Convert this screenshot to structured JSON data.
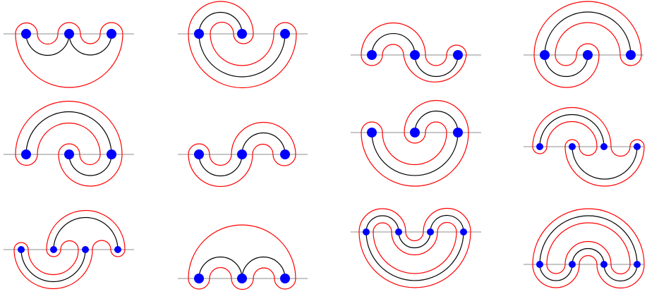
{
  "figure": {
    "description_colors": {
      "axis": "#8c8c8c",
      "arc": "#000000",
      "outline": "#ff0000",
      "node": "#0000ff",
      "background": "#ffffff"
    },
    "panel_count": 12,
    "grid": {
      "rows": 3,
      "cols": 4
    }
  }
}
